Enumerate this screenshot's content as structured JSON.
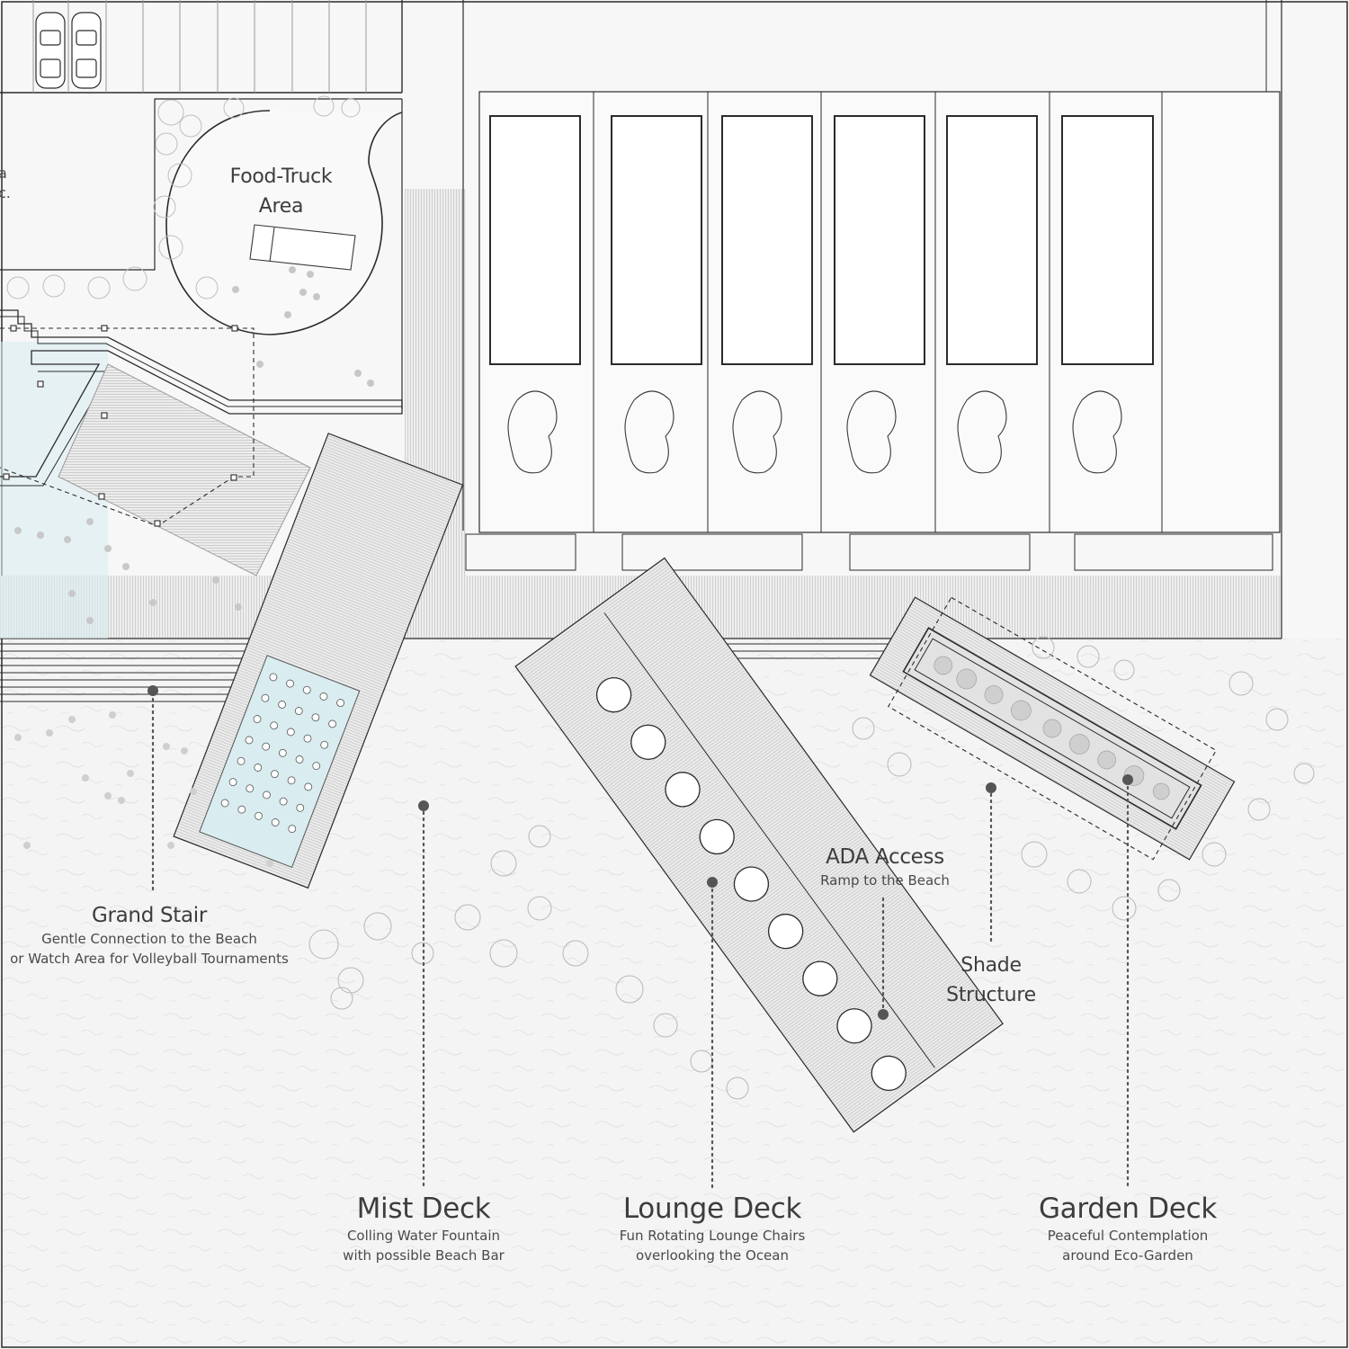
{
  "labels": {
    "food_truck": {
      "line1": "Food-Truck",
      "line2": "Area"
    },
    "grand_stair": {
      "title": "Grand Stair",
      "sub1": "Gentle Connection to the Beach",
      "sub2": "or Watch Area for Volleyball Tournaments"
    },
    "ada_access": {
      "title": "ADA Access",
      "sub1": "Ramp to the Beach"
    },
    "shade_structure": {
      "line1": "Shade",
      "line2": "Structure"
    },
    "mist_deck": {
      "title": "Mist Deck",
      "sub1": "Colling Water Fountain",
      "sub2": "with possible Beach Bar"
    },
    "lounge_deck": {
      "title": "Lounge Deck",
      "sub1": "Fun Rotating Lounge Chairs",
      "sub2": "overlooking the Ocean"
    },
    "garden_deck": {
      "title": "Garden Deck",
      "sub1": "Peaceful Contemplation",
      "sub2": "around Eco-Garden"
    },
    "cut_text": {
      "line1": "a",
      "line2": "c."
    }
  },
  "colors": {
    "line": "#2b2b2b",
    "light_line": "#9a9a9a",
    "sand": "#f1f1f1",
    "deck": "#e9e9e9",
    "water": "#d8ecef",
    "vegetation": "#b5b5b5"
  }
}
